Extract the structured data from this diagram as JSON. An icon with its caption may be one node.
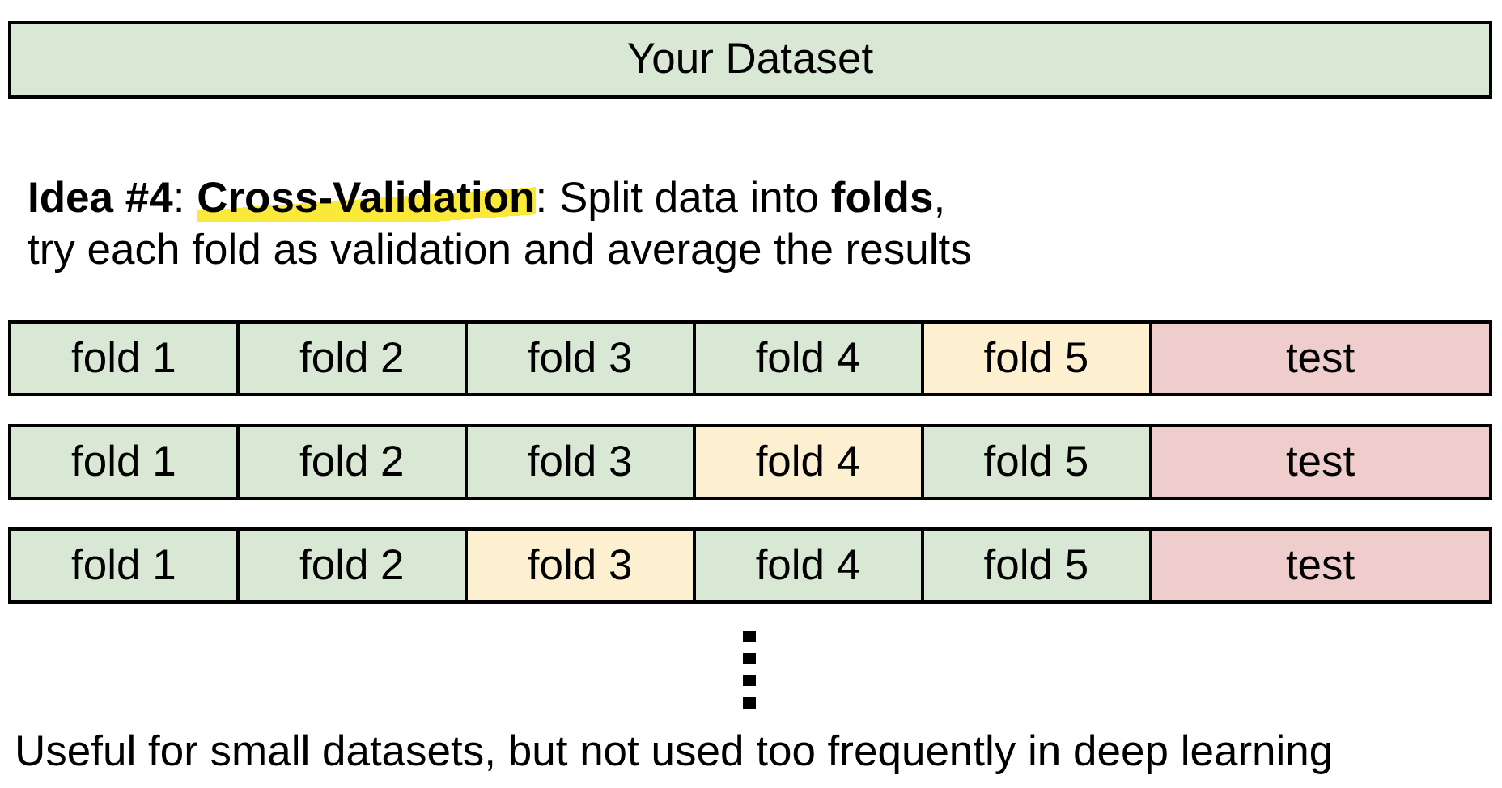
{
  "diagram": {
    "nodes": [
      {
        "text": [
          "Your Dataset"
        ]
      },
      {
        "text": [],
        "shape": "bar"
      },
      {
        "text": [
          "fold 1"
        ],
        "in": 1
      },
      {
        "text": [
          "fold 2"
        ],
        "in": 1
      },
      {
        "text": [
          "fold 3"
        ],
        "in": 1
      },
      {
        "text": [
          "fold 4"
        ],
        "in": 1
      },
      {
        "text": [
          "fold 5"
        ],
        "in": 1
      },
      {
        "text": [
          "test"
        ],
        "in": 1
      },
      {
        "text": [],
        "shape": "bar"
      },
      {
        "text": [
          "fold 1"
        ],
        "in": 8
      },
      {
        "text": [
          "fold 2"
        ],
        "in": 8
      },
      {
        "text": [
          "fold 3"
        ],
        "in": 8
      },
      {
        "text": [
          "fold 4"
        ],
        "in": 8
      },
      {
        "text": [
          "fold 5"
        ],
        "in": 8
      },
      {
        "text": [
          "test"
        ],
        "in": 8
      },
      {
        "text": [],
        "shape": "bar"
      },
      {
        "text": [
          "fold 1"
        ],
        "in": 15
      },
      {
        "text": [
          "fold 2"
        ],
        "in": 15
      },
      {
        "text": [
          "fold 3"
        ],
        "in": 15
      },
      {
        "text": [
          "fold 4"
        ],
        "in": 15
      },
      {
        "text": [
          "fold 5"
        ],
        "in": 15
      },
      {
        "text": [
          "test"
        ],
        "in": 15
      }
    ],
    "labels": [
      "**Idea #4**: **Cross-Validation**: Split data into **folds**, try each fold as validation and average the results",
      "Useful for small datasets, but not used too frequently in deep learning"
    ]
  }
}
